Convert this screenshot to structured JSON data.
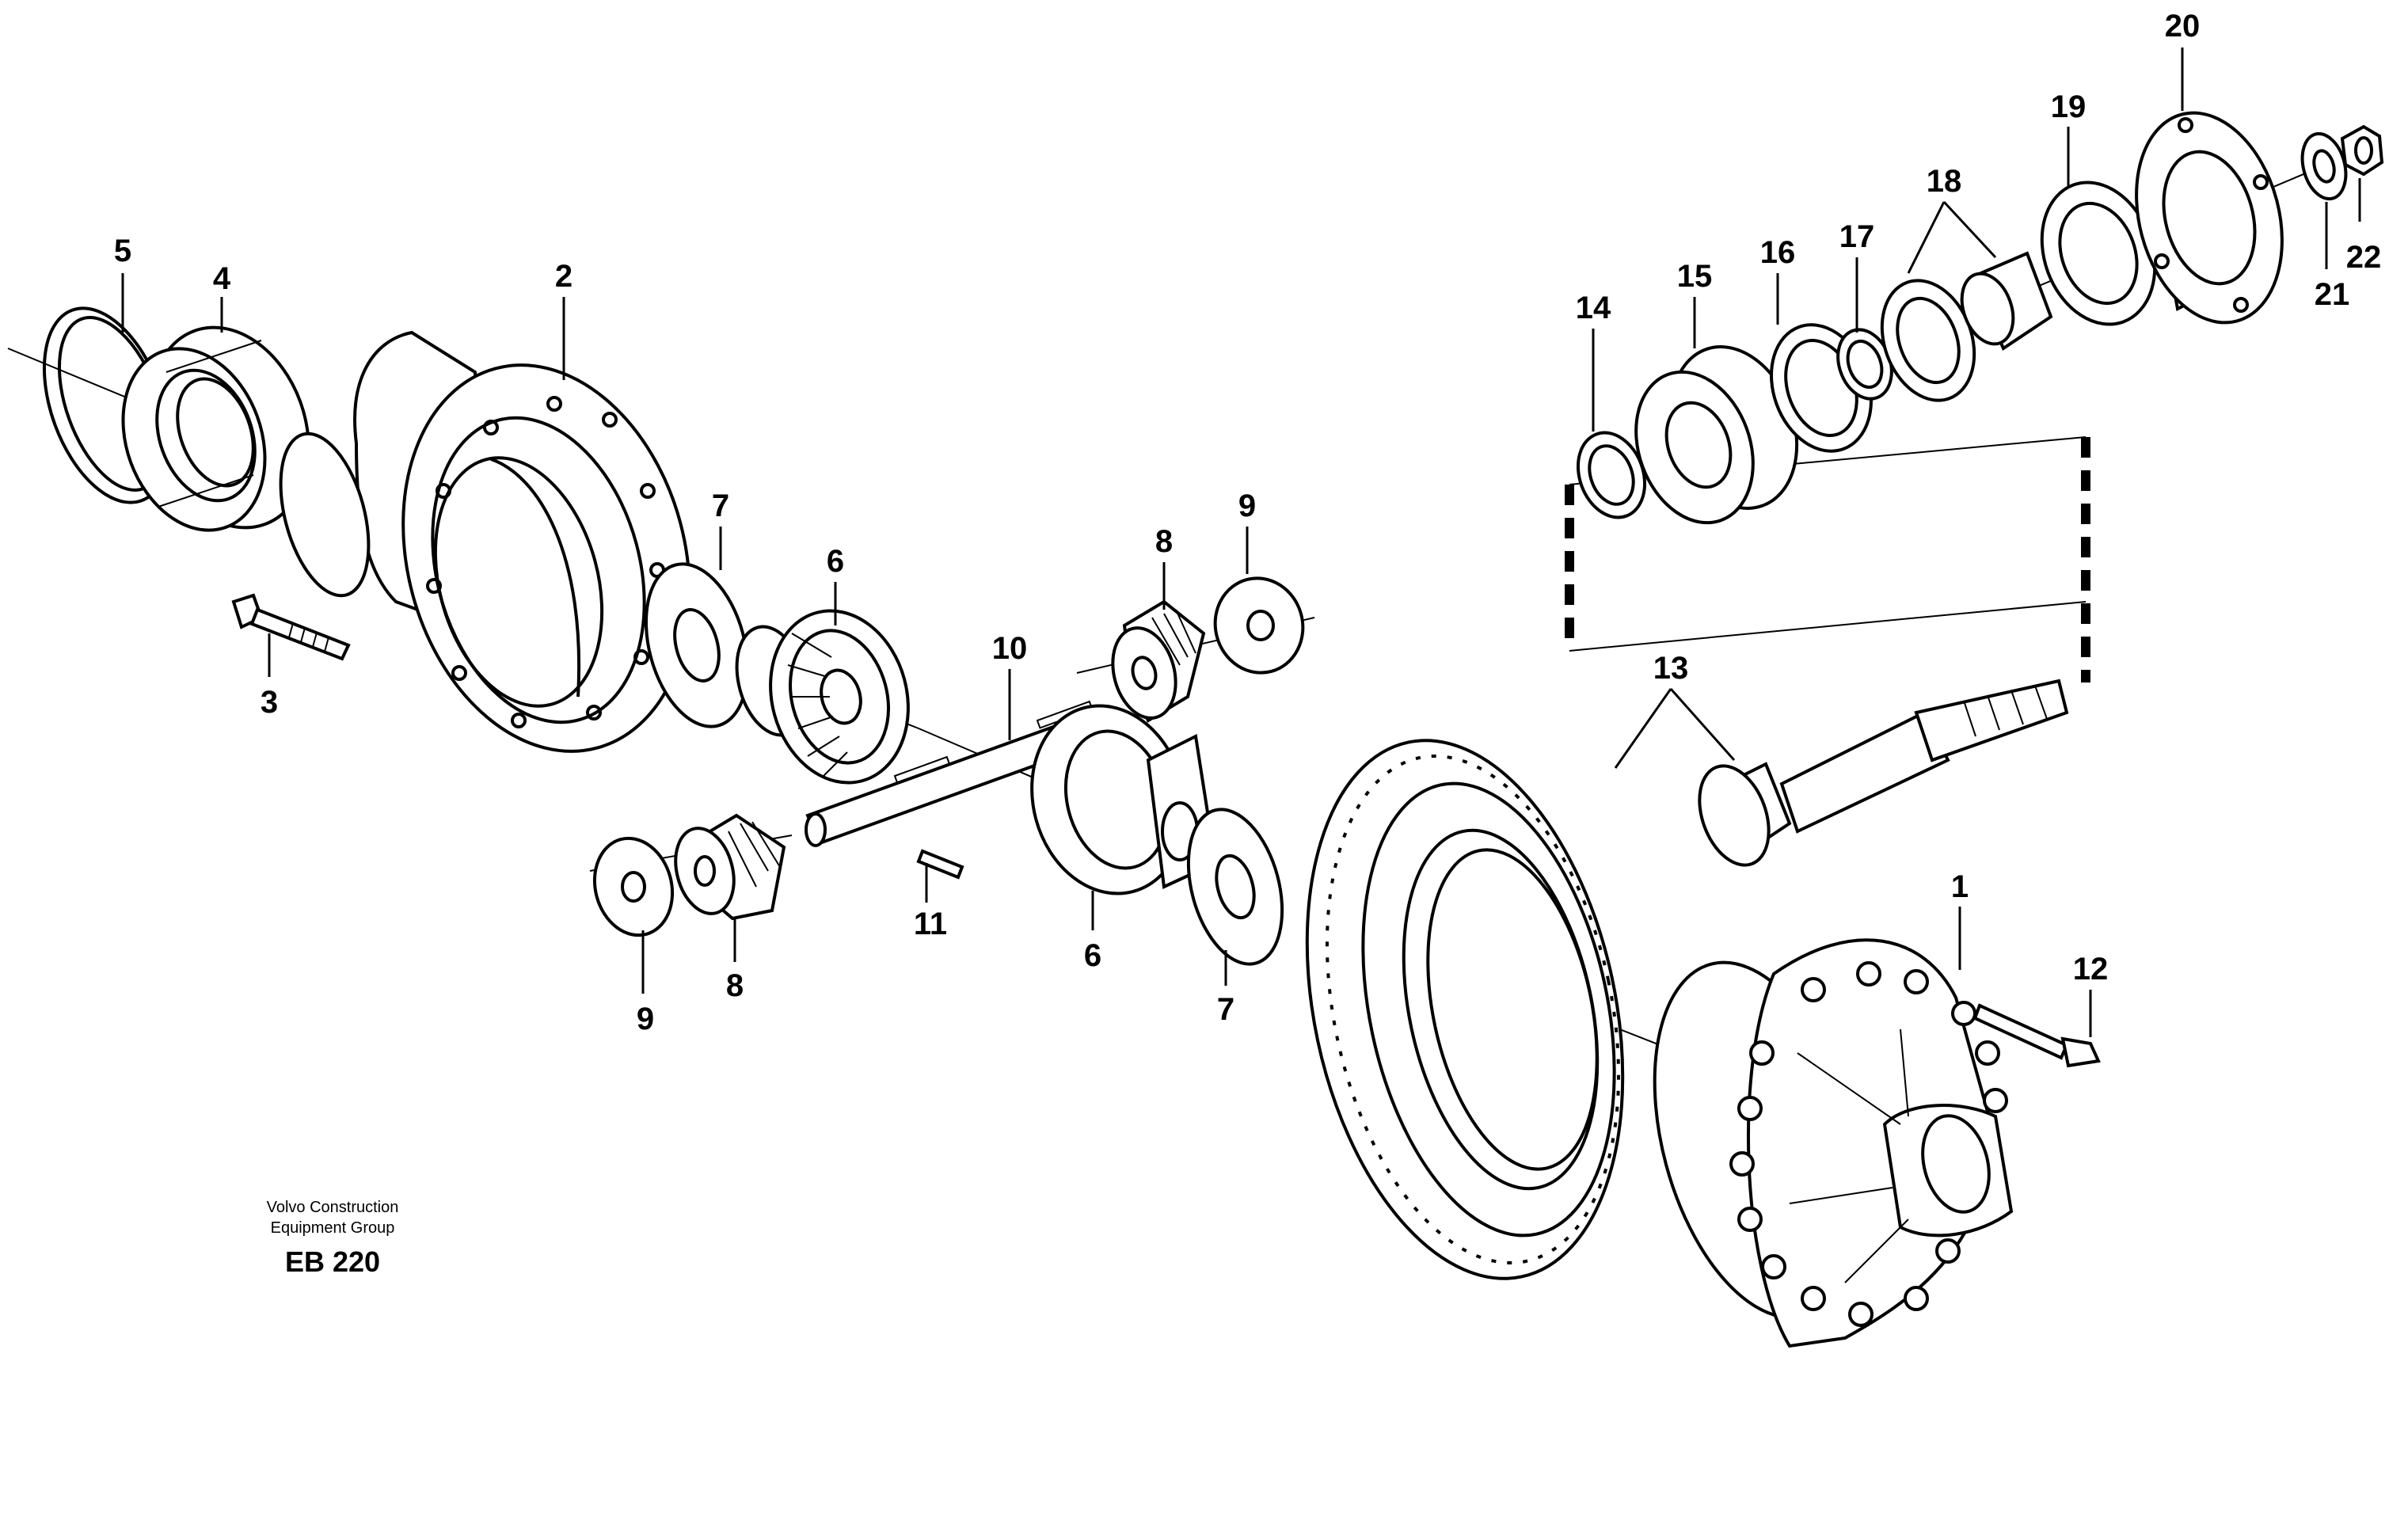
{
  "callouts": {
    "c1": "1",
    "c2": "2",
    "c3": "3",
    "c4": "4",
    "c5": "5",
    "c6a": "6",
    "c6b": "6",
    "c7a": "7",
    "c7b": "7",
    "c8a": "8",
    "c8b": "8",
    "c9a": "9",
    "c9b": "9",
    "c10": "10",
    "c11": "11",
    "c12": "12",
    "c13": "13",
    "c14": "14",
    "c15": "15",
    "c16": "16",
    "c17": "17",
    "c18": "18",
    "c19": "19",
    "c20": "20",
    "c21": "21",
    "c22": "22"
  },
  "publisher": {
    "line1": "Volvo Construction",
    "line2": "Equipment Group",
    "code": "EB 220"
  }
}
